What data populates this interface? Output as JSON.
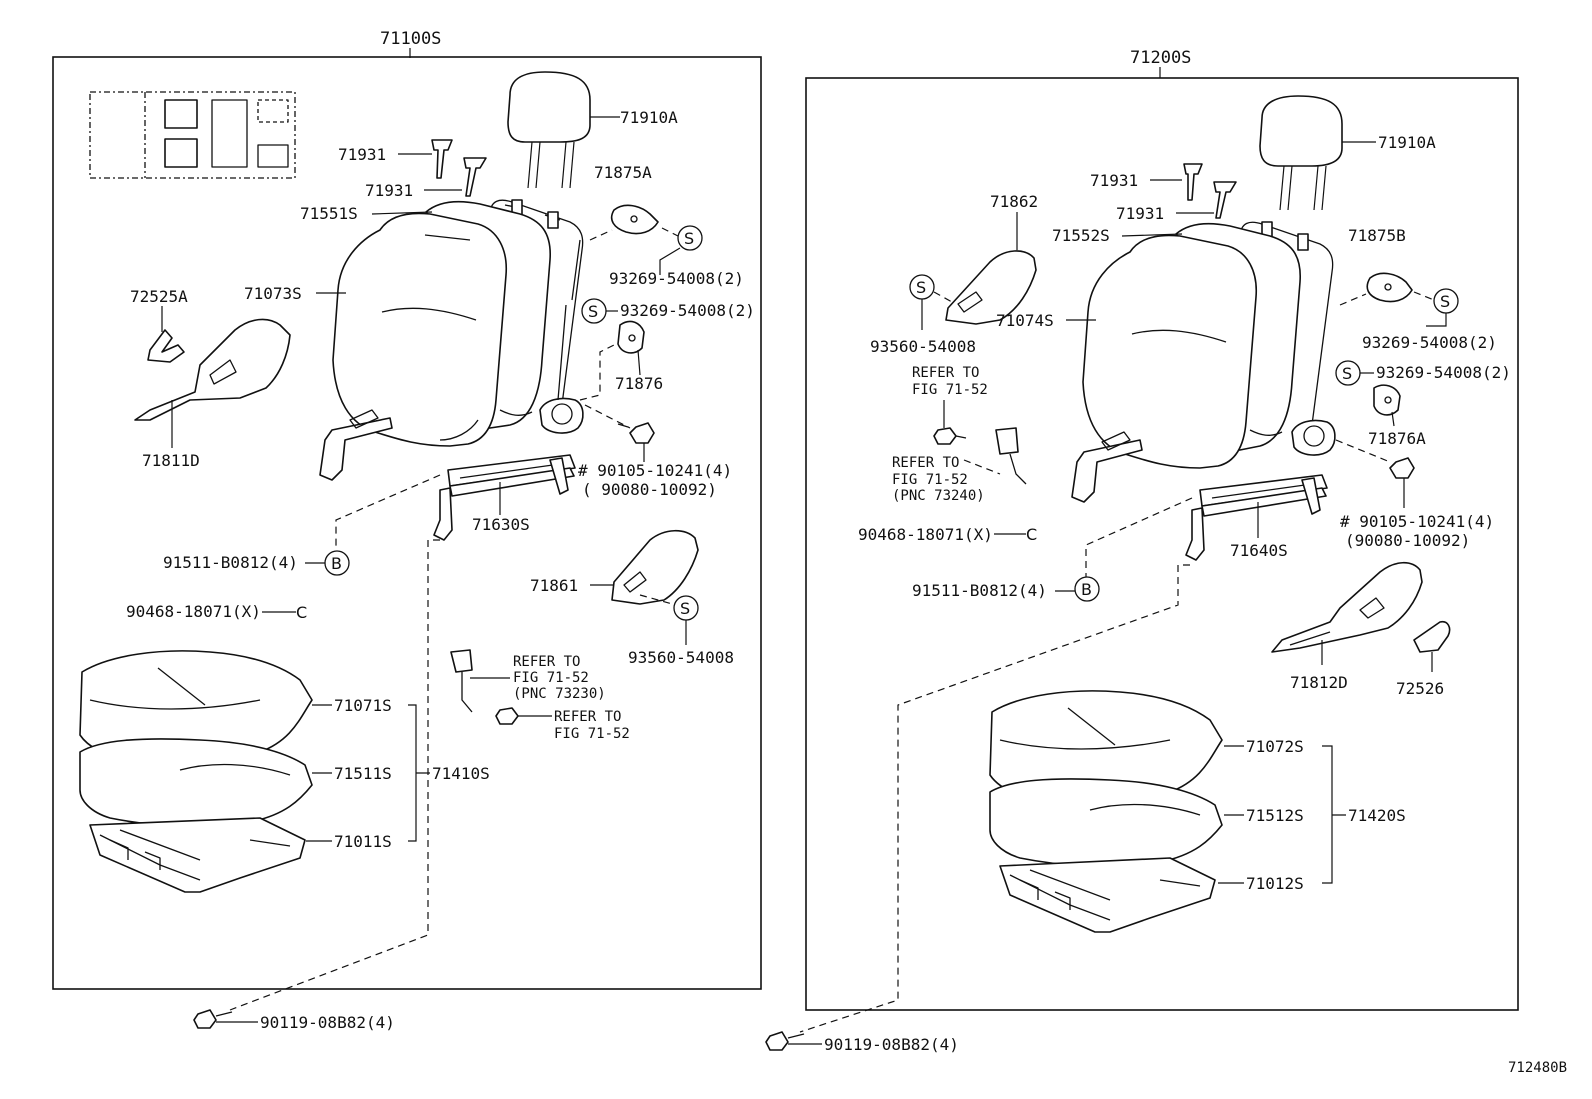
{
  "assemblies": {
    "left": {
      "title": "71100S",
      "labels": {
        "headrest": "71910A",
        "guide1": "71931",
        "guide2": "71931",
        "back_pad": "71551S",
        "back_cover": "71073S",
        "hinge_cover": "71875A",
        "clip_a": "93269-54008(2)",
        "clip_b": "93269-54008(2)",
        "hinge_cover2": "71876",
        "lever_knob": "72525A",
        "side_shield": "71811D",
        "bolt_a": "# 90105-10241(4)",
        "bolt_b": "( 90080-10092)",
        "adjuster": "71630S",
        "screw": "91511-B0812(4)",
        "clip_c": "90468-18071(X)",
        "shield2": "71861",
        "screw2": "93560-54008",
        "refer1_a": "REFER TO",
        "refer1_b": "FIG 71-52",
        "refer1_c": "(PNC 73230)",
        "refer2_a": "REFER TO",
        "refer2_b": "FIG 71-52",
        "cushion_cover": "71071S",
        "cushion_pad": "71511S",
        "cushion_assy": "71410S",
        "cushion_frame": "71011S",
        "bottom_bolt": "90119-08B82(4)"
      }
    },
    "right": {
      "title": "71200S",
      "labels": {
        "headrest": "71910A",
        "guide1": "71931",
        "guide2": "71931",
        "shield": "71862",
        "back_pad": "71552S",
        "back_cover": "71074S",
        "hinge_cover": "71875B",
        "clip_a": "93269-54008(2)",
        "clip_b": "93269-54008(2)",
        "screw": "93560-54008",
        "refer1_a": "REFER TO",
        "refer1_b": "FIG 71-52",
        "refer2_a": "REFER TO",
        "refer2_b": "FIG 71-52",
        "refer2_c": "(PNC 73240)",
        "hinge_cover2": "71876A",
        "bolt_a": "# 90105-10241(4)",
        "bolt_b": "(90080-10092)",
        "clip_c": "90468-18071(X)",
        "adjuster": "71640S",
        "screw2": "91511-B0812(4)",
        "side_shield": "71812D",
        "lever_knob": "72526",
        "cushion_cover": "71072S",
        "cushion_pad": "71512S",
        "cushion_assy": "71420S",
        "cushion_frame": "71012S",
        "bottom_bolt": "90119-08B82(4)"
      }
    }
  },
  "symbols": {
    "screw_mark": "S",
    "bolt_mark": "B",
    "clip_mark": "C"
  },
  "figure_id": "712480B"
}
